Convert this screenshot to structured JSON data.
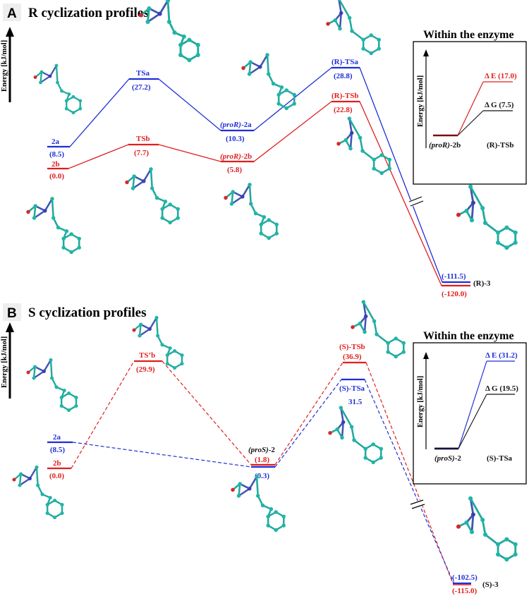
{
  "colors": {
    "blue": "#1f2fd6",
    "red": "#e01e1e",
    "black": "#111111",
    "atom_c": "#1fb5a8",
    "atom_n": "#3b3fb6",
    "atom_o": "#d22a2a",
    "level_dark": "#111111"
  },
  "panelA": {
    "letter": "A",
    "title": "R cyclization profiles",
    "yaxis": "Energy [kJ/mol]",
    "labels": {
      "a_2a": "2a",
      "a_2a_val": "(8.5)",
      "a_2b": "2b",
      "a_2b_val": "(0.0)",
      "a_tsa": "TSa",
      "a_tsa_val": "(27.2)",
      "a_tsb": "TSb",
      "a_tsb_val": "(7.7)",
      "a_pro2a_i": "(proR)",
      "a_pro2a": "-2a",
      "a_pro2a_val": "(10.3)",
      "a_pro2b_i": "(proR)",
      "a_pro2b": "-2b",
      "a_pro2b_val": "(5.8)",
      "a_rtsa": "(R)-TSa",
      "a_rtsa_val": "(28.8)",
      "a_rtsb": "(R)-TSb",
      "a_rtsb_val": "(22.8)",
      "a_p_blue": "(-111.5)",
      "a_p_red": "(-120.0)",
      "a_p_name": "(R)-3"
    },
    "inset": {
      "title": "Within the enzyme",
      "yaxis": "Energy [kJ/mol]",
      "de": "Δ E (17.0)",
      "dg": "Δ G (7.5)",
      "start_i": "(proR)",
      "start": "-2b",
      "end": "(R)-TSb"
    }
  },
  "panelB": {
    "letter": "B",
    "title": "S cyclization profiles",
    "yaxis": "Energy [kJ/mol]",
    "labels": {
      "b_2a": "2a",
      "b_2a_val": "(8.5)",
      "b_2b": "2b",
      "b_2b_val": "(0.0)",
      "b_tsb1": "TS’b",
      "b_tsb1_val": "(29.9)",
      "b_pro2_i": "(proS)",
      "b_pro2": "-2",
      "b_pro2_red": "(1.8)",
      "b_pro2_blue": "(0.3)",
      "b_stsb": "(S)-TSb",
      "b_stsb_val": "(36.9)",
      "b_stsa": "(S)-TSa",
      "b_stsa_val": "31.5",
      "b_p_blue": "(-102.5)",
      "b_p_red": "(-115.0)",
      "b_p_name": "(S)-3"
    },
    "inset": {
      "title": "Within the enzyme",
      "yaxis": "Energy [kJ/mol]",
      "de": "Δ E (31.2)",
      "dg": "Δ G (19.5)",
      "start_i": "(proS)",
      "start": "-2",
      "end": "(S)-TSa"
    }
  }
}
